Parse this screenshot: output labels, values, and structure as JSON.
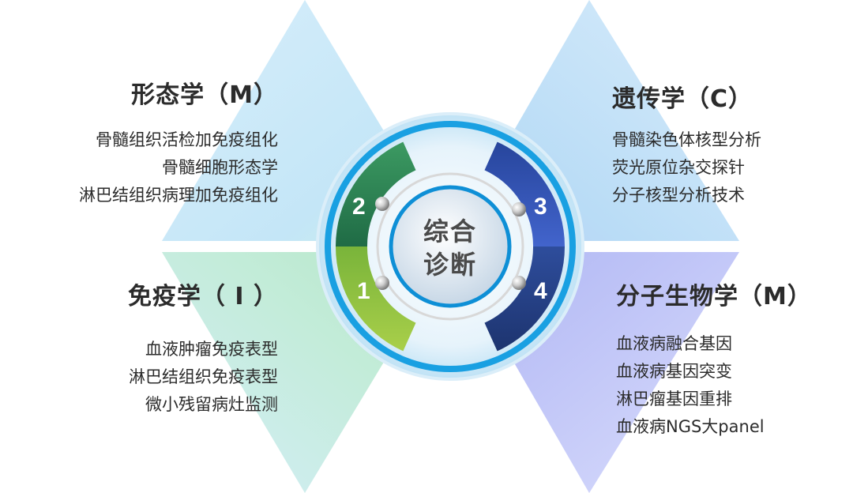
{
  "center": {
    "line1": "综合",
    "line2": "诊断"
  },
  "quadrants": {
    "morphology": {
      "title": "形态学（M）",
      "items": [
        "骨髓组织活检加免疫组化",
        "骨髓细胞形态学",
        "淋巴结组织病理加免疫组化"
      ]
    },
    "genetics": {
      "title": "遗传学（C）",
      "items": [
        "骨髓染色体核型分析",
        "荧光原位杂交探针",
        "分子核型分析技术"
      ]
    },
    "immunology": {
      "title": "免疫学（ I ）",
      "items": [
        "血液肿瘤免疫表型",
        "淋巴结组织免疫表型",
        "微小残留病灶监测"
      ]
    },
    "molecular": {
      "title": "分子生物学（M）",
      "items": [
        "血液病融合基因",
        "血液病基因突变",
        "淋巴瘤基因重排",
        "血液病NGS大panel"
      ]
    }
  },
  "segments": {
    "s1": {
      "label": "1",
      "color": "#8fbe3c"
    },
    "s2": {
      "label": "2",
      "color": "#2e7d4c"
    },
    "s3": {
      "label": "3",
      "color": "#2f4fb3"
    },
    "s4": {
      "label": "4",
      "color": "#2a4590"
    }
  },
  "colors": {
    "ring": "#1ea0e0",
    "diamond_blue": "#bfe3f8",
    "diamond_green": "#cdeee2",
    "diamond_violet": "#c9cdfa"
  }
}
